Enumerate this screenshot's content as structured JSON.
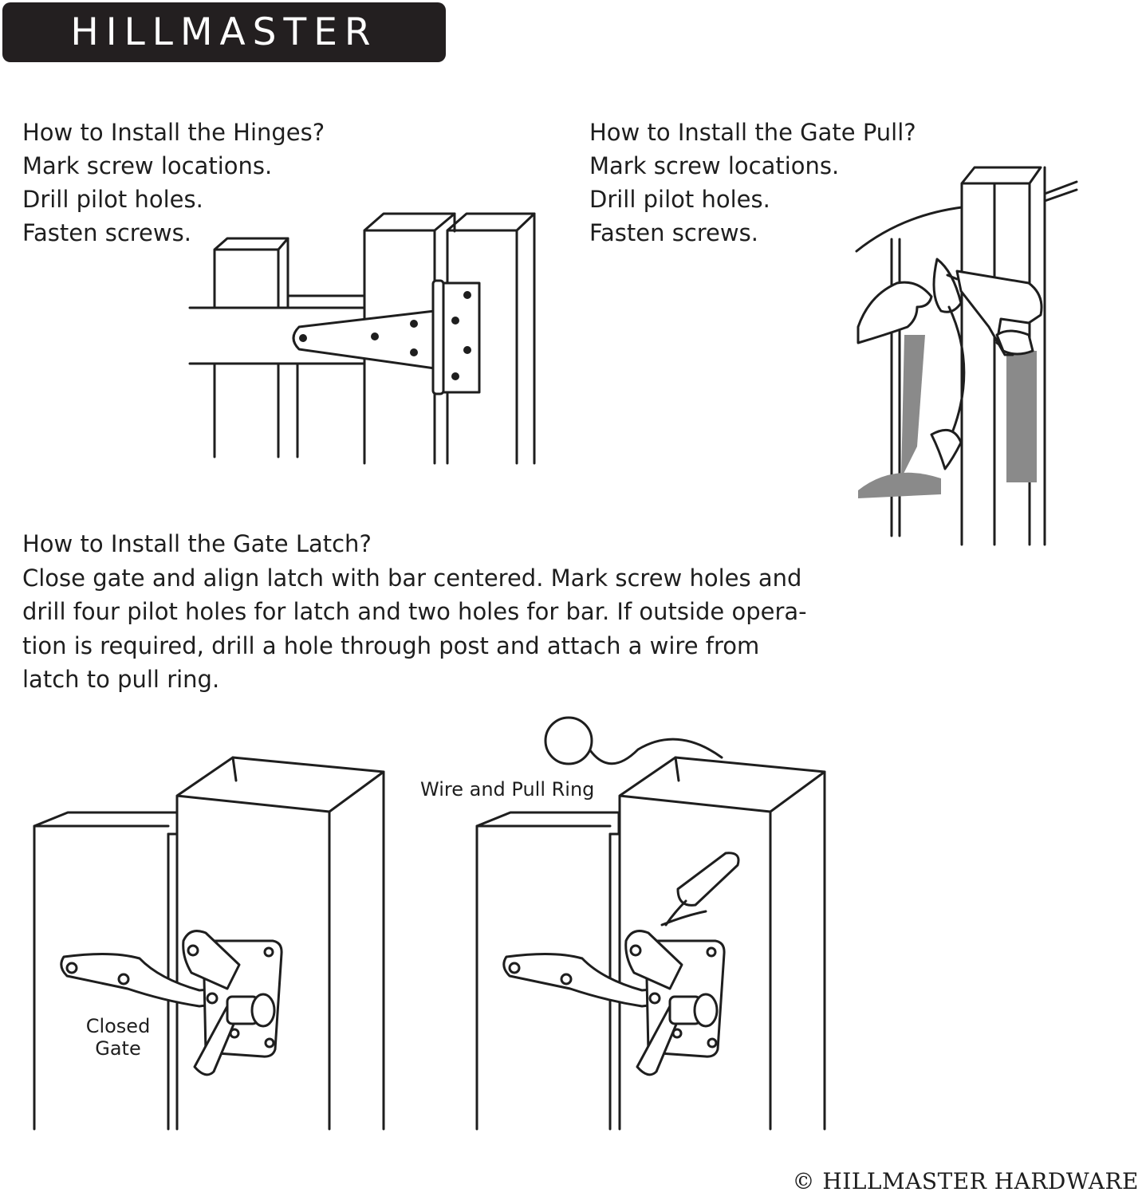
{
  "brand": {
    "logo_text": "HILLMASTER"
  },
  "hinges": {
    "title": "How to Install the Hinges?",
    "steps": [
      "Mark screw locations.",
      "Drill pilot holes.",
      "Fasten screws."
    ]
  },
  "gate_pull": {
    "title": "How to Install the Gate Pull?",
    "steps": [
      "Mark screw locations.",
      "Drill pilot holes.",
      "Fasten screws."
    ]
  },
  "gate_latch": {
    "title": "How to Install the Gate Latch?",
    "lines": [
      "Close gate and align latch with bar centered. Mark screw holes and",
      "drill four pilot holes for latch and two holes for bar. If outside opera-",
      "tion is required, drill a hole through post and attach a wire from",
      "latch to pull ring."
    ]
  },
  "captions": {
    "closed_gate": [
      "Closed",
      "Gate"
    ],
    "wire_pull_ring": "Wire and Pull Ring"
  },
  "footer": {
    "copyright": "© HILLMASTER HARDWARE"
  }
}
